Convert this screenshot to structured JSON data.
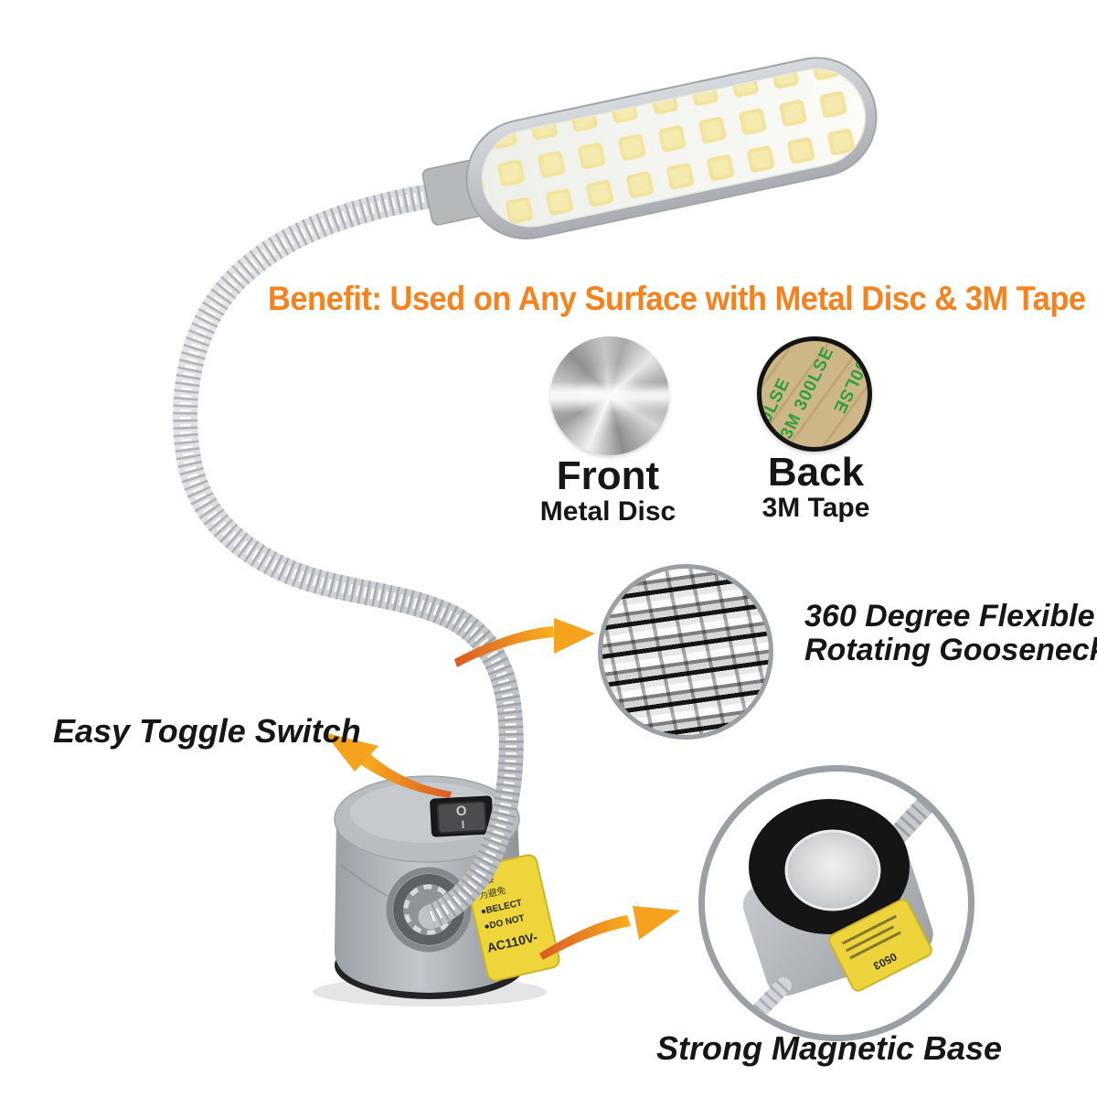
{
  "headline": {
    "text": "Benefit: Used on Any Surface with Metal Disc & 3M Tape",
    "color": "#F5821F"
  },
  "discs": {
    "front": {
      "title": "Front",
      "subtitle": "Metal Disc"
    },
    "back": {
      "title": "Back",
      "subtitle": "3M Tape",
      "tape_print": "3M 300LSE"
    }
  },
  "callouts": {
    "gooseneck": {
      "line1": "360 Degree Flexible",
      "line2": "Rotating Gooseneck"
    },
    "toggle": {
      "text": "Easy Toggle Switch"
    },
    "magnet": {
      "text": "Strong Magnetic Base"
    }
  },
  "product": {
    "switch": {
      "on_symbol": "O",
      "off_symbol": "I"
    },
    "base_sticker": {
      "lines": [
        "连接",
        "为避免",
        "●BELECT",
        "●DO NOT",
        "AC110V-"
      ]
    },
    "inset_sticker": {
      "code": "0503"
    }
  },
  "colors": {
    "headline_orange": "#F5821F",
    "arrow_orange_dark": "#D95A25",
    "arrow_orange_light": "#F9B01E",
    "tape_green": "#2F9E41",
    "tape_tan": "#CDB687",
    "sticker_yellow": "#EED53B",
    "lamp_gray": "#C3C7CA",
    "led_yellow": "#F2E49C"
  }
}
